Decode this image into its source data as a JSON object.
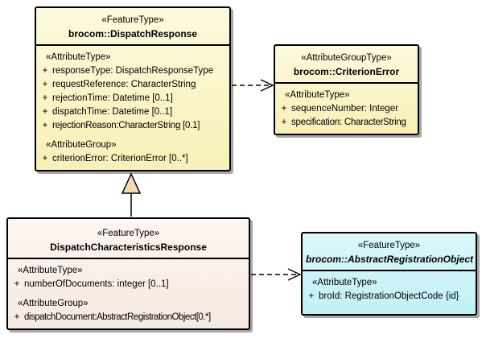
{
  "ui": {
    "visibility_marker": "+"
  },
  "colors": {
    "yellow_fill_top": "#fdfadd",
    "yellow_fill_bottom": "#f8f0b6",
    "peach_fill_top": "#fdf6f1",
    "peach_fill_bottom": "#f6e9e0",
    "cyan_fill_top": "#dcf8fb",
    "cyan_fill_bottom": "#bff1f5",
    "generalization_triangle_fill": "#f0dcae",
    "border": "#000000",
    "shadow": "#a6a6a6",
    "background": "#ffffff"
  },
  "boxes": {
    "dispatchResponse": {
      "stereotype": "«FeatureType»",
      "name": "brocom::DispatchResponse",
      "attrTypeLabel": "«AttributeType»",
      "attrs": [
        "responseType: DispatchResponseType",
        "requestReference: CharacterString",
        "rejectionTime: Datetime [0..1]",
        "dispatchTime: Datetime [0..1]",
        "rejectionReason:CharacterString [0.1]"
      ],
      "attrGroupLabel": "«AttributeGroup»",
      "groupAttrs": [
        "criterionError: CriterionError [0..*]"
      ]
    },
    "criterionError": {
      "stereotype": "«AttributeGroupType»",
      "name": "brocom::CriterionError",
      "attrTypeLabel": "«AttributeType»",
      "attrs": [
        "sequenceNumber: Integer",
        "specification: CharacterString"
      ]
    },
    "dispatchCharacteristicsResponse": {
      "stereotype": "«FeatureType»",
      "name": "DispatchCharacteristicsResponse",
      "attrTypeLabel": "«AttributeType»",
      "attrs": [
        "numberOfDocuments: integer [0..1]"
      ],
      "attrGroupLabel": "«AttributeGroup»",
      "groupAttrs": [
        "dispatchDocument:AbstractRegistrationObject[0.*]"
      ]
    },
    "abstractRegistrationObject": {
      "stereotype": "«FeatureType»",
      "name": "brocom::AbstractRegistrationObject",
      "attrTypeLabel": "«AttributeType»",
      "attrs": [
        "broId: RegistrationObjectCode {id}"
      ]
    }
  },
  "connectors": {
    "generalization": {
      "type": "generalization",
      "from": "DispatchCharacteristicsResponse",
      "to": "brocom::DispatchResponse"
    },
    "dependencyCriterionError": {
      "type": "dependency",
      "from": "brocom::DispatchResponse",
      "to": "brocom::CriterionError"
    },
    "dependencyAbstractRegistrationObject": {
      "type": "dependency",
      "from": "DispatchCharacteristicsResponse",
      "to": "brocom::AbstractRegistrationObject"
    }
  }
}
